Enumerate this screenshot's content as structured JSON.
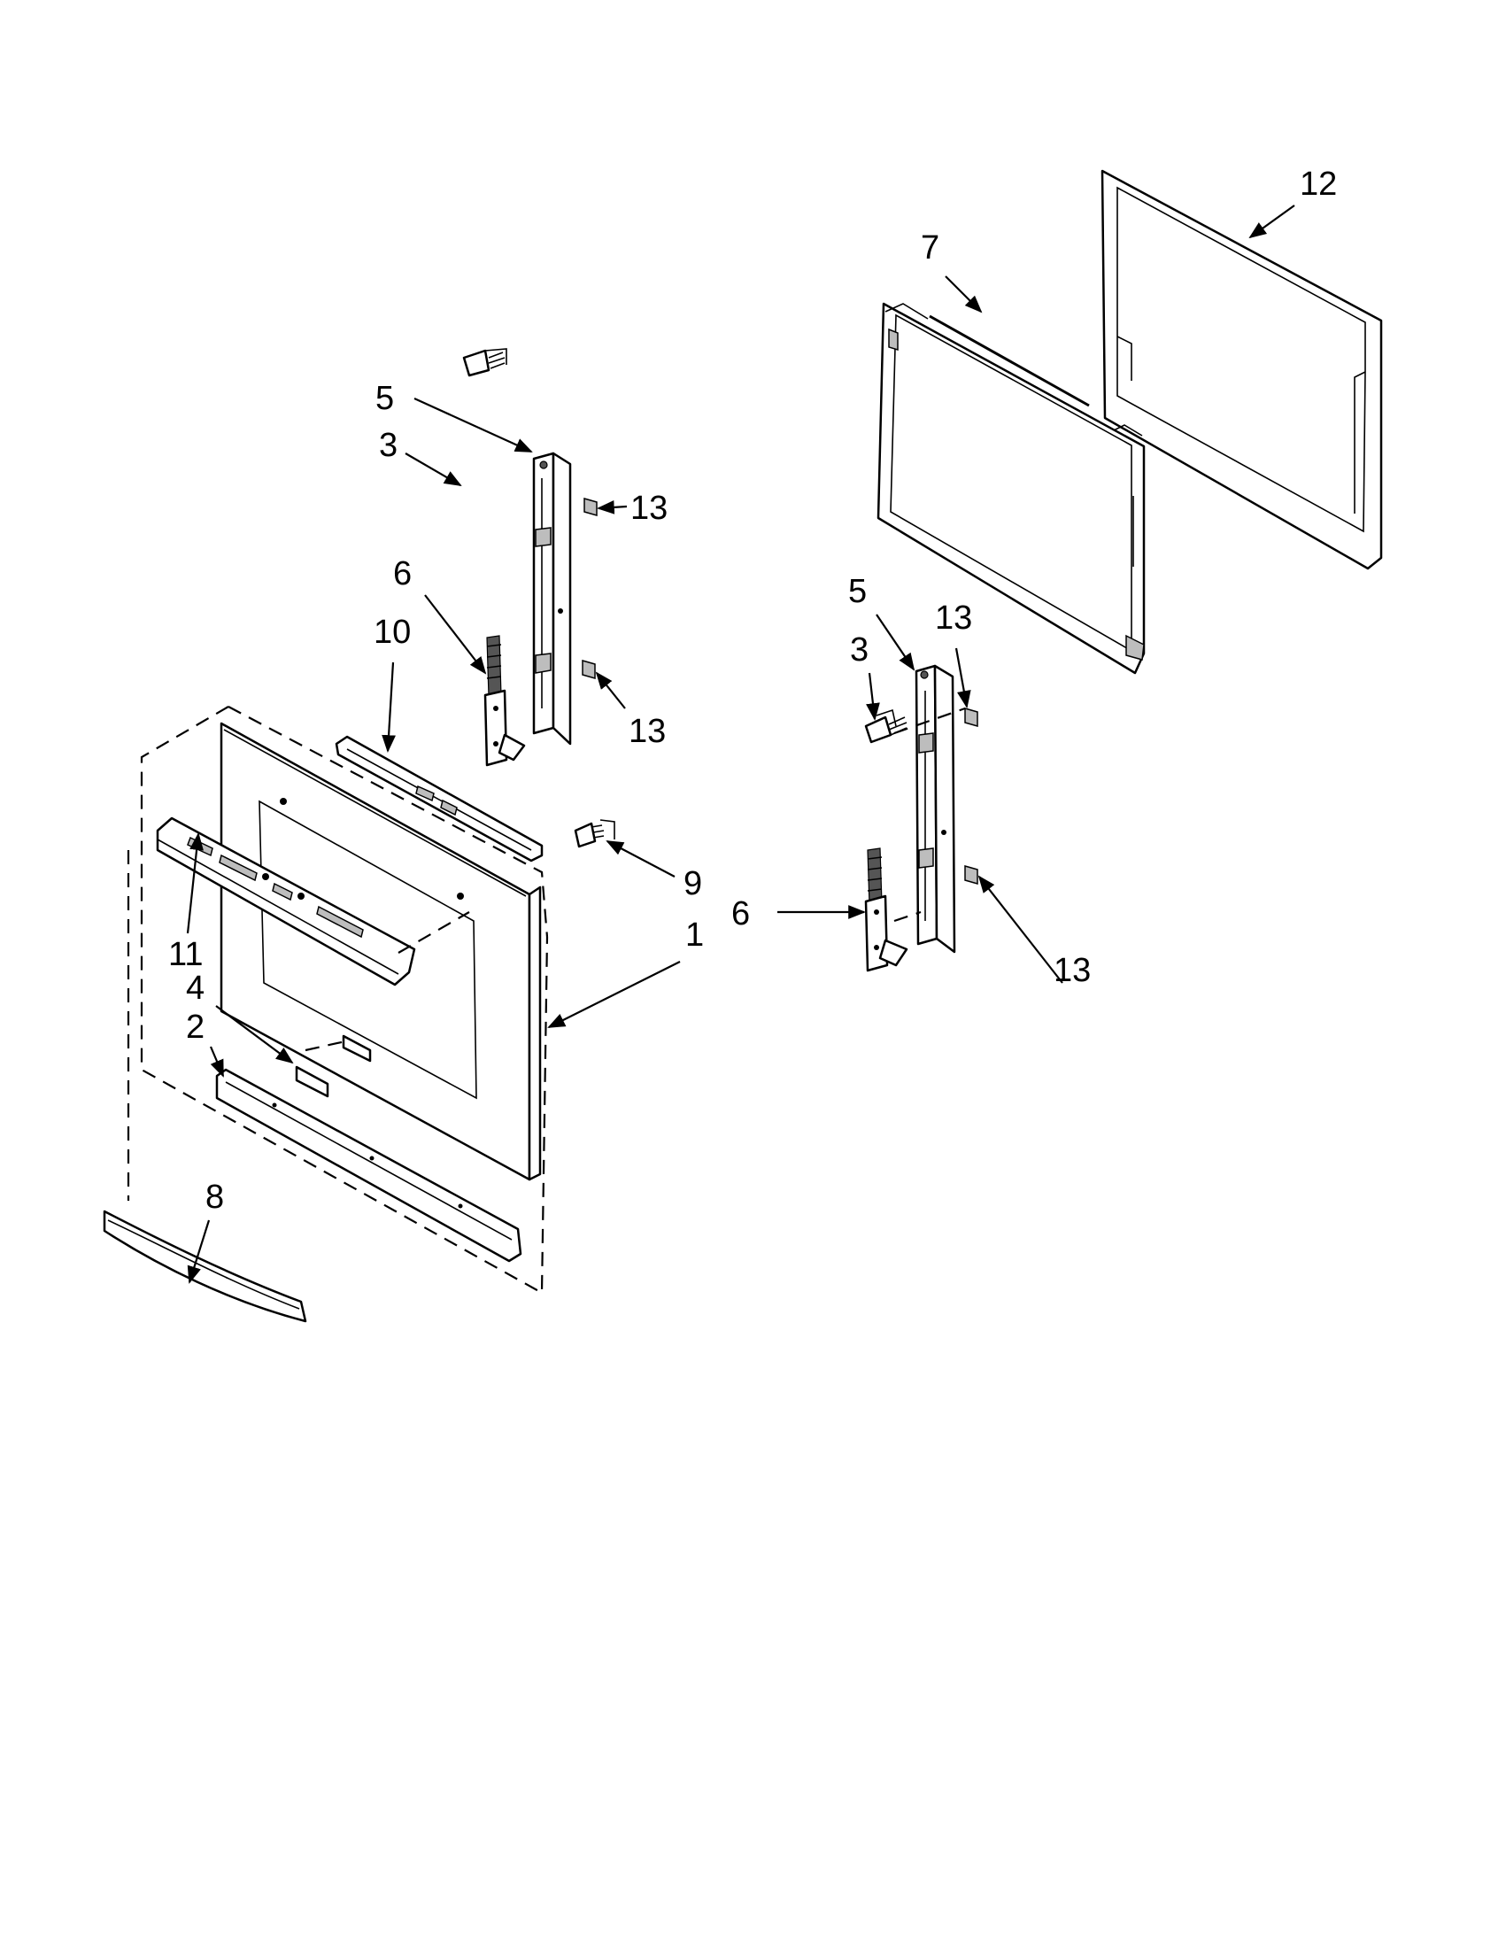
{
  "diagram": {
    "part_labels": [
      {
        "id": "lbl-12",
        "text": "12"
      },
      {
        "id": "lbl-7",
        "text": "7"
      },
      {
        "id": "lbl-5a",
        "text": "5"
      },
      {
        "id": "lbl-3a",
        "text": "3"
      },
      {
        "id": "lbl-13a",
        "text": "13"
      },
      {
        "id": "lbl-6a",
        "text": "6"
      },
      {
        "id": "lbl-10",
        "text": "10"
      },
      {
        "id": "lbl-13b",
        "text": "13"
      },
      {
        "id": "lbl-5b",
        "text": "5"
      },
      {
        "id": "lbl-13c",
        "text": "13"
      },
      {
        "id": "lbl-3b",
        "text": "3"
      },
      {
        "id": "lbl-9",
        "text": "9"
      },
      {
        "id": "lbl-1",
        "text": "1"
      },
      {
        "id": "lbl-6b",
        "text": "6"
      },
      {
        "id": "lbl-13d",
        "text": "13"
      },
      {
        "id": "lbl-11",
        "text": "11"
      },
      {
        "id": "lbl-4",
        "text": "4"
      },
      {
        "id": "lbl-2",
        "text": "2"
      },
      {
        "id": "lbl-8",
        "text": "8"
      }
    ]
  }
}
